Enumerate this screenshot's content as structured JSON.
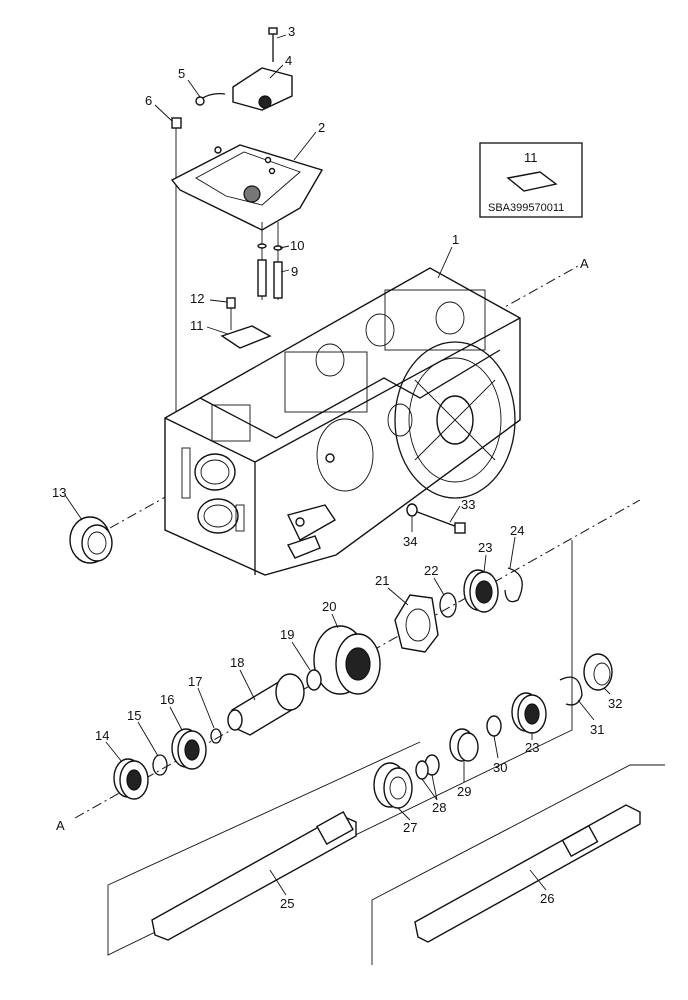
{
  "diagram": {
    "section_marker": "A",
    "inset_caption": "SBA399570011",
    "labels": {
      "p1": "1",
      "p2": "2",
      "p3": "3",
      "p4": "4",
      "p5": "5",
      "p6": "6",
      "p9": "9",
      "p10": "10",
      "p11": "11",
      "p11_inset": "11",
      "p12": "12",
      "p13": "13",
      "p14": "14",
      "p15": "15",
      "p16": "16",
      "p17": "17",
      "p18": "18",
      "p19": "19",
      "p20": "20",
      "p21": "21",
      "p22": "22",
      "p23a": "23",
      "p23b": "23",
      "p24": "24",
      "p25": "25",
      "p26": "26",
      "p27": "27",
      "p28": "28",
      "p29": "29",
      "p30": "30",
      "p31": "31",
      "p32": "32",
      "p33": "33",
      "p34": "34"
    }
  }
}
